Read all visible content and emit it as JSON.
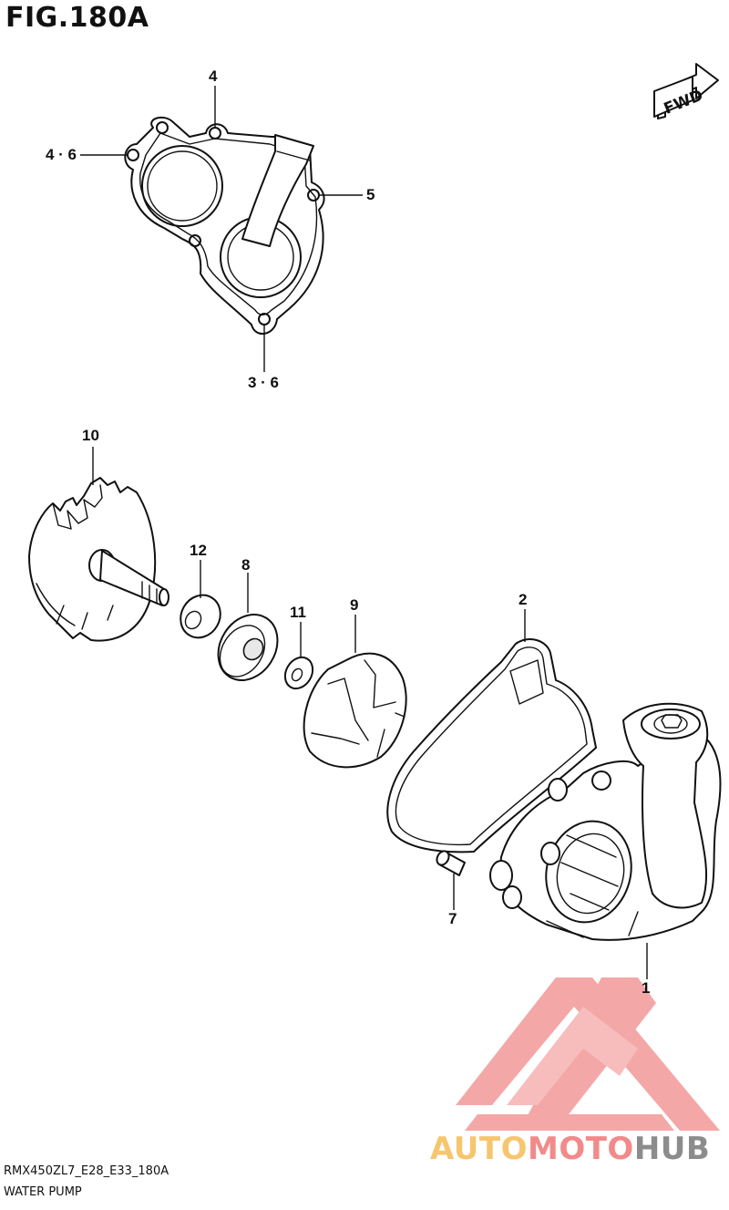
{
  "figure": {
    "title": "FIG.180A",
    "fwd_arrow_label": "FWD"
  },
  "parts": {
    "p1": "1",
    "p2": "2",
    "p3_6": "3 · 6",
    "p4": "4",
    "p4_6": "4 · 6",
    "p5": "5",
    "p7": "7",
    "p8": "8",
    "p9": "9",
    "p10": "10",
    "p11": "11",
    "p12": "12"
  },
  "footer": {
    "model_code": "RMX450ZL7_E28_E33_180A",
    "assembly_name": "WATER PUMP"
  },
  "watermark": {
    "part_a": "AUTO",
    "part_b": "MOTO",
    "part_c": "HUB",
    "color_triangle": "#f4a0a0",
    "color_auto": "#f6c66f",
    "color_moto": "#f28a8a",
    "color_hub": "#8c8c8c"
  }
}
